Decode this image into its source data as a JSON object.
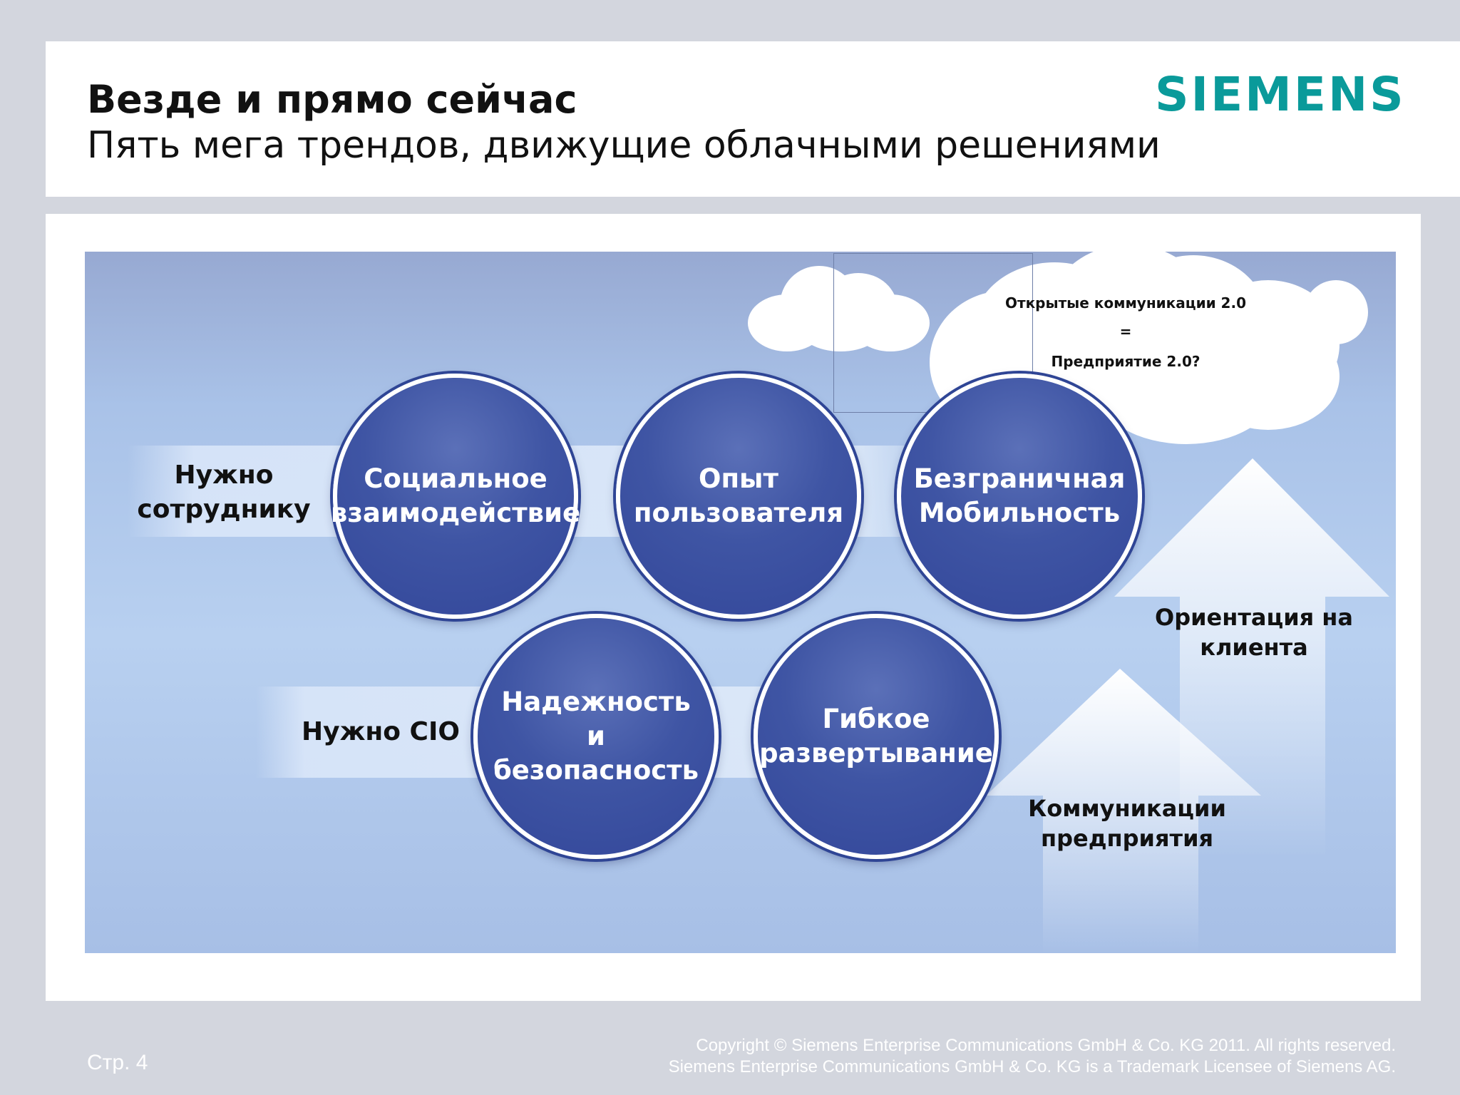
{
  "header": {
    "title": "Везде и прямо сейчас",
    "subtitle": "Пять мега трендов, движущие облачными решениями",
    "logo_text": "SIEMENS",
    "logo_color": "#0a9a9a"
  },
  "diagram": {
    "cloud_text": {
      "line1": "Открытые коммуникации 2.0",
      "line2": "=",
      "line3": "Предприятие 2.0?"
    },
    "rows": {
      "employee_label": "Нужно\nсотруднику",
      "cio_label": "Нужно CIO"
    },
    "circles": [
      {
        "label": "Социальное\nвзаимодействие"
      },
      {
        "label": "Опыт\nпользователя"
      },
      {
        "label": "Безграничная\nМобильность"
      },
      {
        "label": "Надежность\nи\nбезопасность"
      },
      {
        "label": "Гибкое\nразвертывание"
      }
    ],
    "arrows": {
      "customer": "Ориентация на\nклиента",
      "enterprise": "Коммуникации\nпредприятия"
    },
    "colors": {
      "circle_fill": "#3f55a4",
      "background": "#a9c2e8"
    }
  },
  "footer": {
    "page": "Стр. 4",
    "copyright_line1": "Copyright © Siemens Enterprise Communications GmbH & Co. KG 2011. All rights reserved.",
    "copyright_line2": "Siemens Enterprise Communications GmbH & Co. KG is a Trademark Licensee of Siemens AG."
  }
}
